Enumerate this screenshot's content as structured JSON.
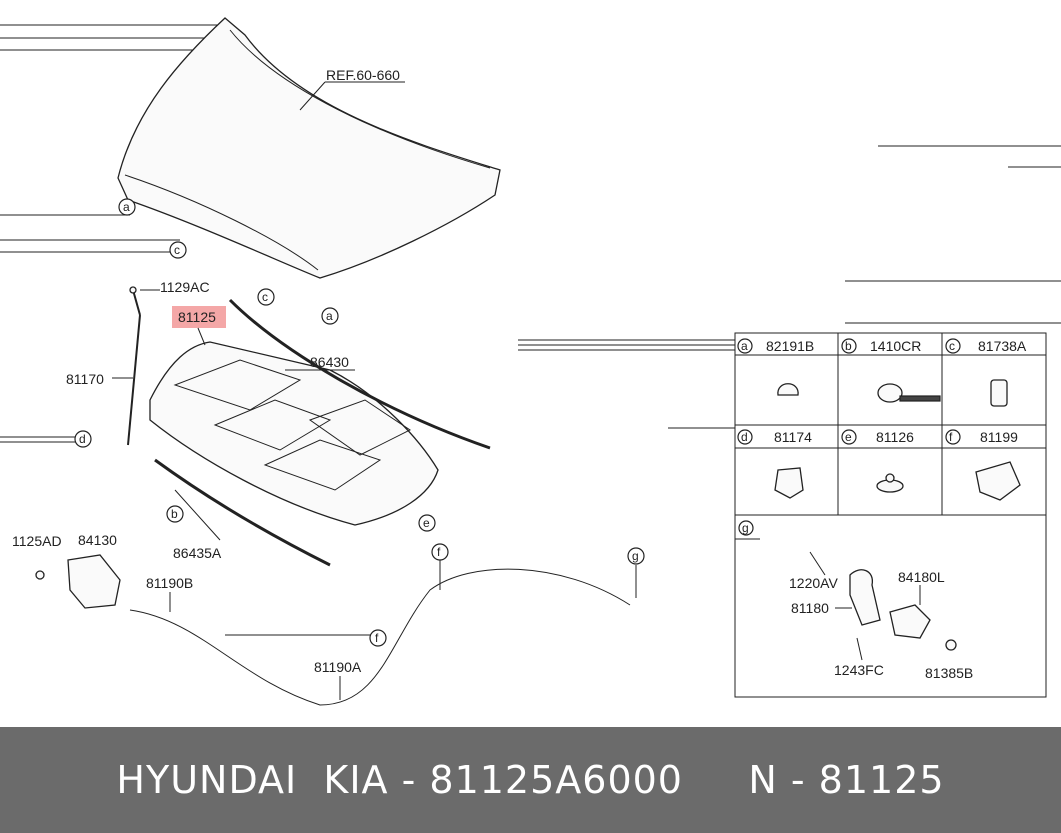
{
  "labels": {
    "ref": "REF.60-660",
    "p1129ac": "1129AC",
    "p81125": "81125",
    "p81170": "81170",
    "p86430": "86430",
    "p86435a": "86435A",
    "p1125ad": "1125AD",
    "p84130": "84130",
    "p81190b": "81190B",
    "p81190a": "81190A"
  },
  "callouts": {
    "a": "a",
    "b": "b",
    "c": "c",
    "d": "d",
    "e": "e",
    "f": "f",
    "g": "g"
  },
  "table": {
    "row1": [
      {
        "letter": "a",
        "part": "82191B"
      },
      {
        "letter": "b",
        "part": "1410CR"
      },
      {
        "letter": "c",
        "part": "81738A"
      }
    ],
    "row2": [
      {
        "letter": "d",
        "part": "81174"
      },
      {
        "letter": "e",
        "part": "81126"
      },
      {
        "letter": "f",
        "part": "81199"
      }
    ],
    "g_section": {
      "letter": "g",
      "parts": [
        "1220AV",
        "84180L",
        "81180",
        "1243FC",
        "81385B"
      ]
    }
  },
  "highlight_part": "81125",
  "footer": {
    "text": "HYUNDAI  KIA - 81125A6000     N - 81125"
  },
  "colors": {
    "footer_bg": "#6b6b6b",
    "highlight": "#f08a8a"
  }
}
